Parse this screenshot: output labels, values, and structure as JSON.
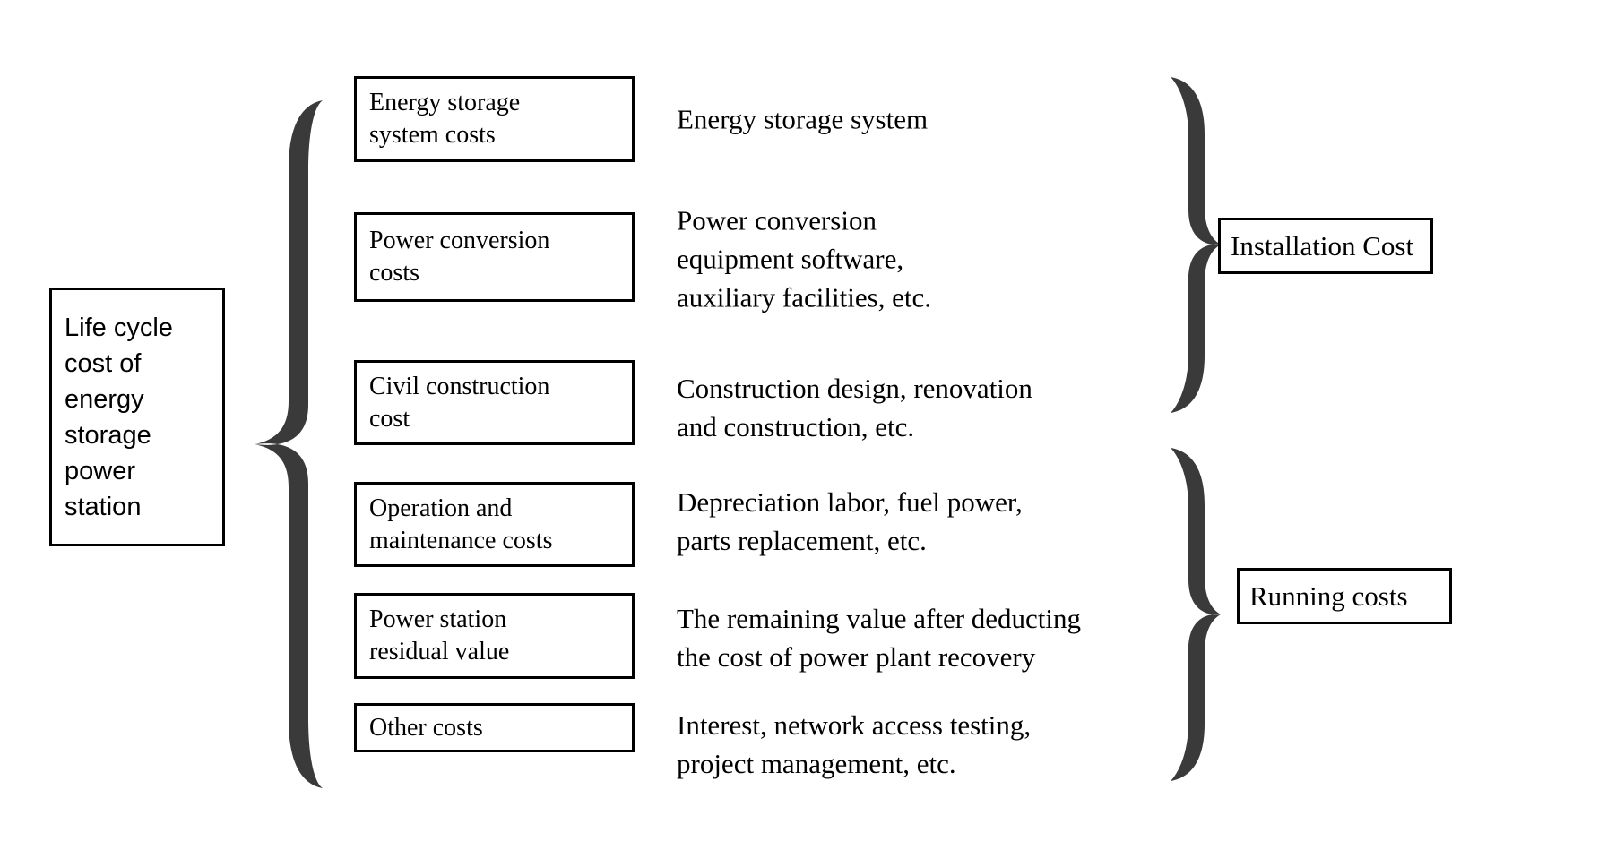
{
  "diagram": {
    "root_label": "Life cycle\ncost of\nenergy\nstorage\npower\nstation",
    "items": [
      {
        "box": "Energy storage\nsystem costs",
        "desc": "Energy storage system"
      },
      {
        "box": "Power conversion\ncosts",
        "desc": "Power conversion\nequipment software,\nauxiliary facilities, etc."
      },
      {
        "box": "Civil construction\ncost",
        "desc": "Construction design, renovation\nand construction, etc."
      },
      {
        "box": "Operation and\nmaintenance costs",
        "desc": "Depreciation labor, fuel power,\nparts replacement, etc."
      },
      {
        "box": "Power station\nresidual value",
        "desc": "The remaining value after deducting\nthe cost of power plant recovery"
      },
      {
        "box": "Other costs",
        "desc": "Interest, network access testing,\nproject management, etc."
      }
    ],
    "groups": [
      {
        "label": "Installation Cost"
      },
      {
        "label": "Running costs"
      }
    ],
    "colors": {
      "brace": "#3a3a3a",
      "border": "#000000",
      "text": "#000000",
      "background": "#ffffff"
    }
  }
}
